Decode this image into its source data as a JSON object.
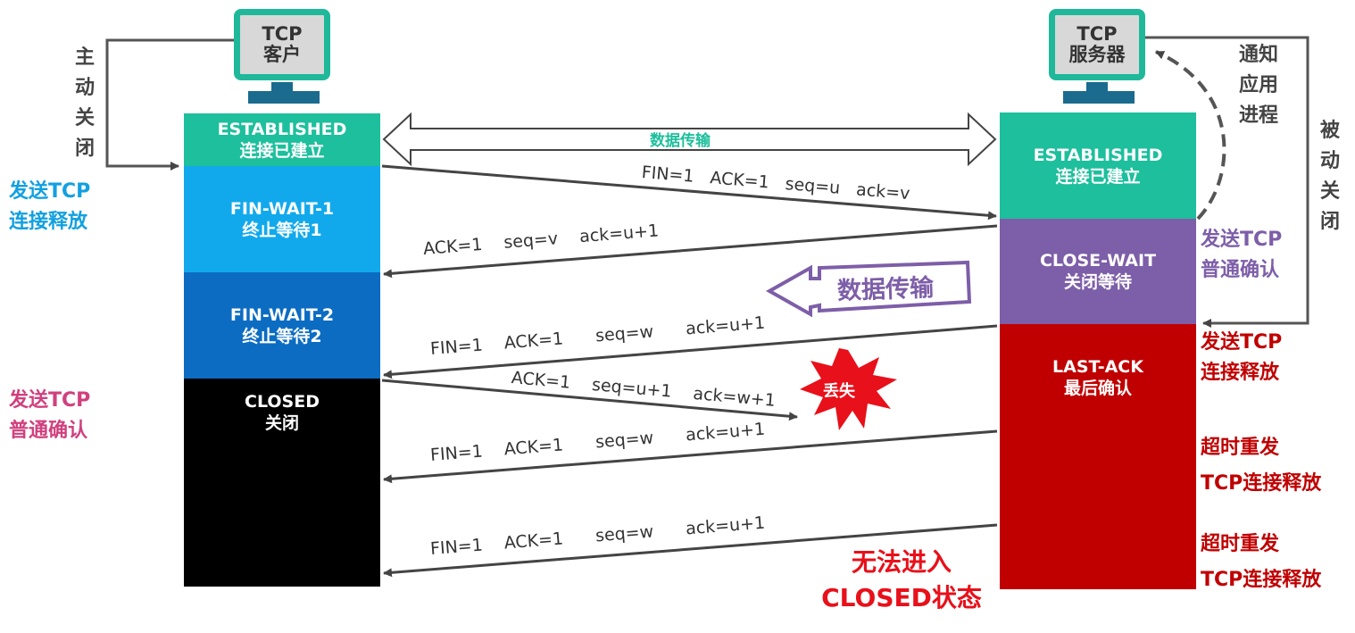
{
  "client": {
    "title1": "TCP",
    "title2": "客户",
    "states": [
      {
        "en": "ESTABLISHED",
        "zh": "连接已建立"
      },
      {
        "en": "FIN-WAIT-1",
        "zh": "终止等待1"
      },
      {
        "en": "FIN-WAIT-2",
        "zh": "终止等待2"
      },
      {
        "en": "CLOSED",
        "zh": "关闭"
      }
    ]
  },
  "server": {
    "title1": "TCP",
    "title2": "服务器",
    "states": [
      {
        "en": "ESTABLISHED",
        "zh": "连接已建立"
      },
      {
        "en": "CLOSE-WAIT",
        "zh": "关闭等待"
      },
      {
        "en": "LAST-ACK",
        "zh": "最后确认"
      }
    ]
  },
  "left_notes": {
    "active_close": [
      "主",
      "动",
      "关",
      "闭"
    ],
    "send_fin": [
      "发送TCP",
      "连接释放"
    ],
    "send_ack": [
      "发送TCP",
      "普通确认"
    ]
  },
  "right_notes": {
    "notify": [
      "通知",
      "应用",
      "进程"
    ],
    "passive_close": [
      "被",
      "动",
      "关",
      "闭"
    ],
    "send_ack": [
      "发送TCP",
      "普通确认"
    ],
    "send_fin": [
      "发送TCP",
      "连接释放"
    ],
    "retx1": [
      "超时重发",
      "TCP连接释放"
    ],
    "retx2": [
      "超时重发",
      "TCP连接释放"
    ]
  },
  "data_transfer": "数据传输",
  "data_transfer_box": "数据传输",
  "lost": "丢失",
  "cannot_close": [
    "无法进入",
    "CLOSED状态"
  ],
  "segments": [
    "FIN=1   ACK=1   seq=u   ack=v",
    "ACK=1    seq=v    ack=u+1",
    "FIN=1    ACK=1      seq=w      ack=u+1",
    "ACK=1    seq=u+1    ack=w+1",
    "FIN=1    ACK=1      seq=w      ack=u+1",
    "FIN=1    ACK=1      seq=w      ack=u+1"
  ],
  "colors": {
    "teal": "#1dbf9c",
    "blue": "#12a9ec",
    "darkblue": "#0b6cc2",
    "black": "#000000",
    "purple": "#7d5ea8",
    "red": "#c00000"
  }
}
